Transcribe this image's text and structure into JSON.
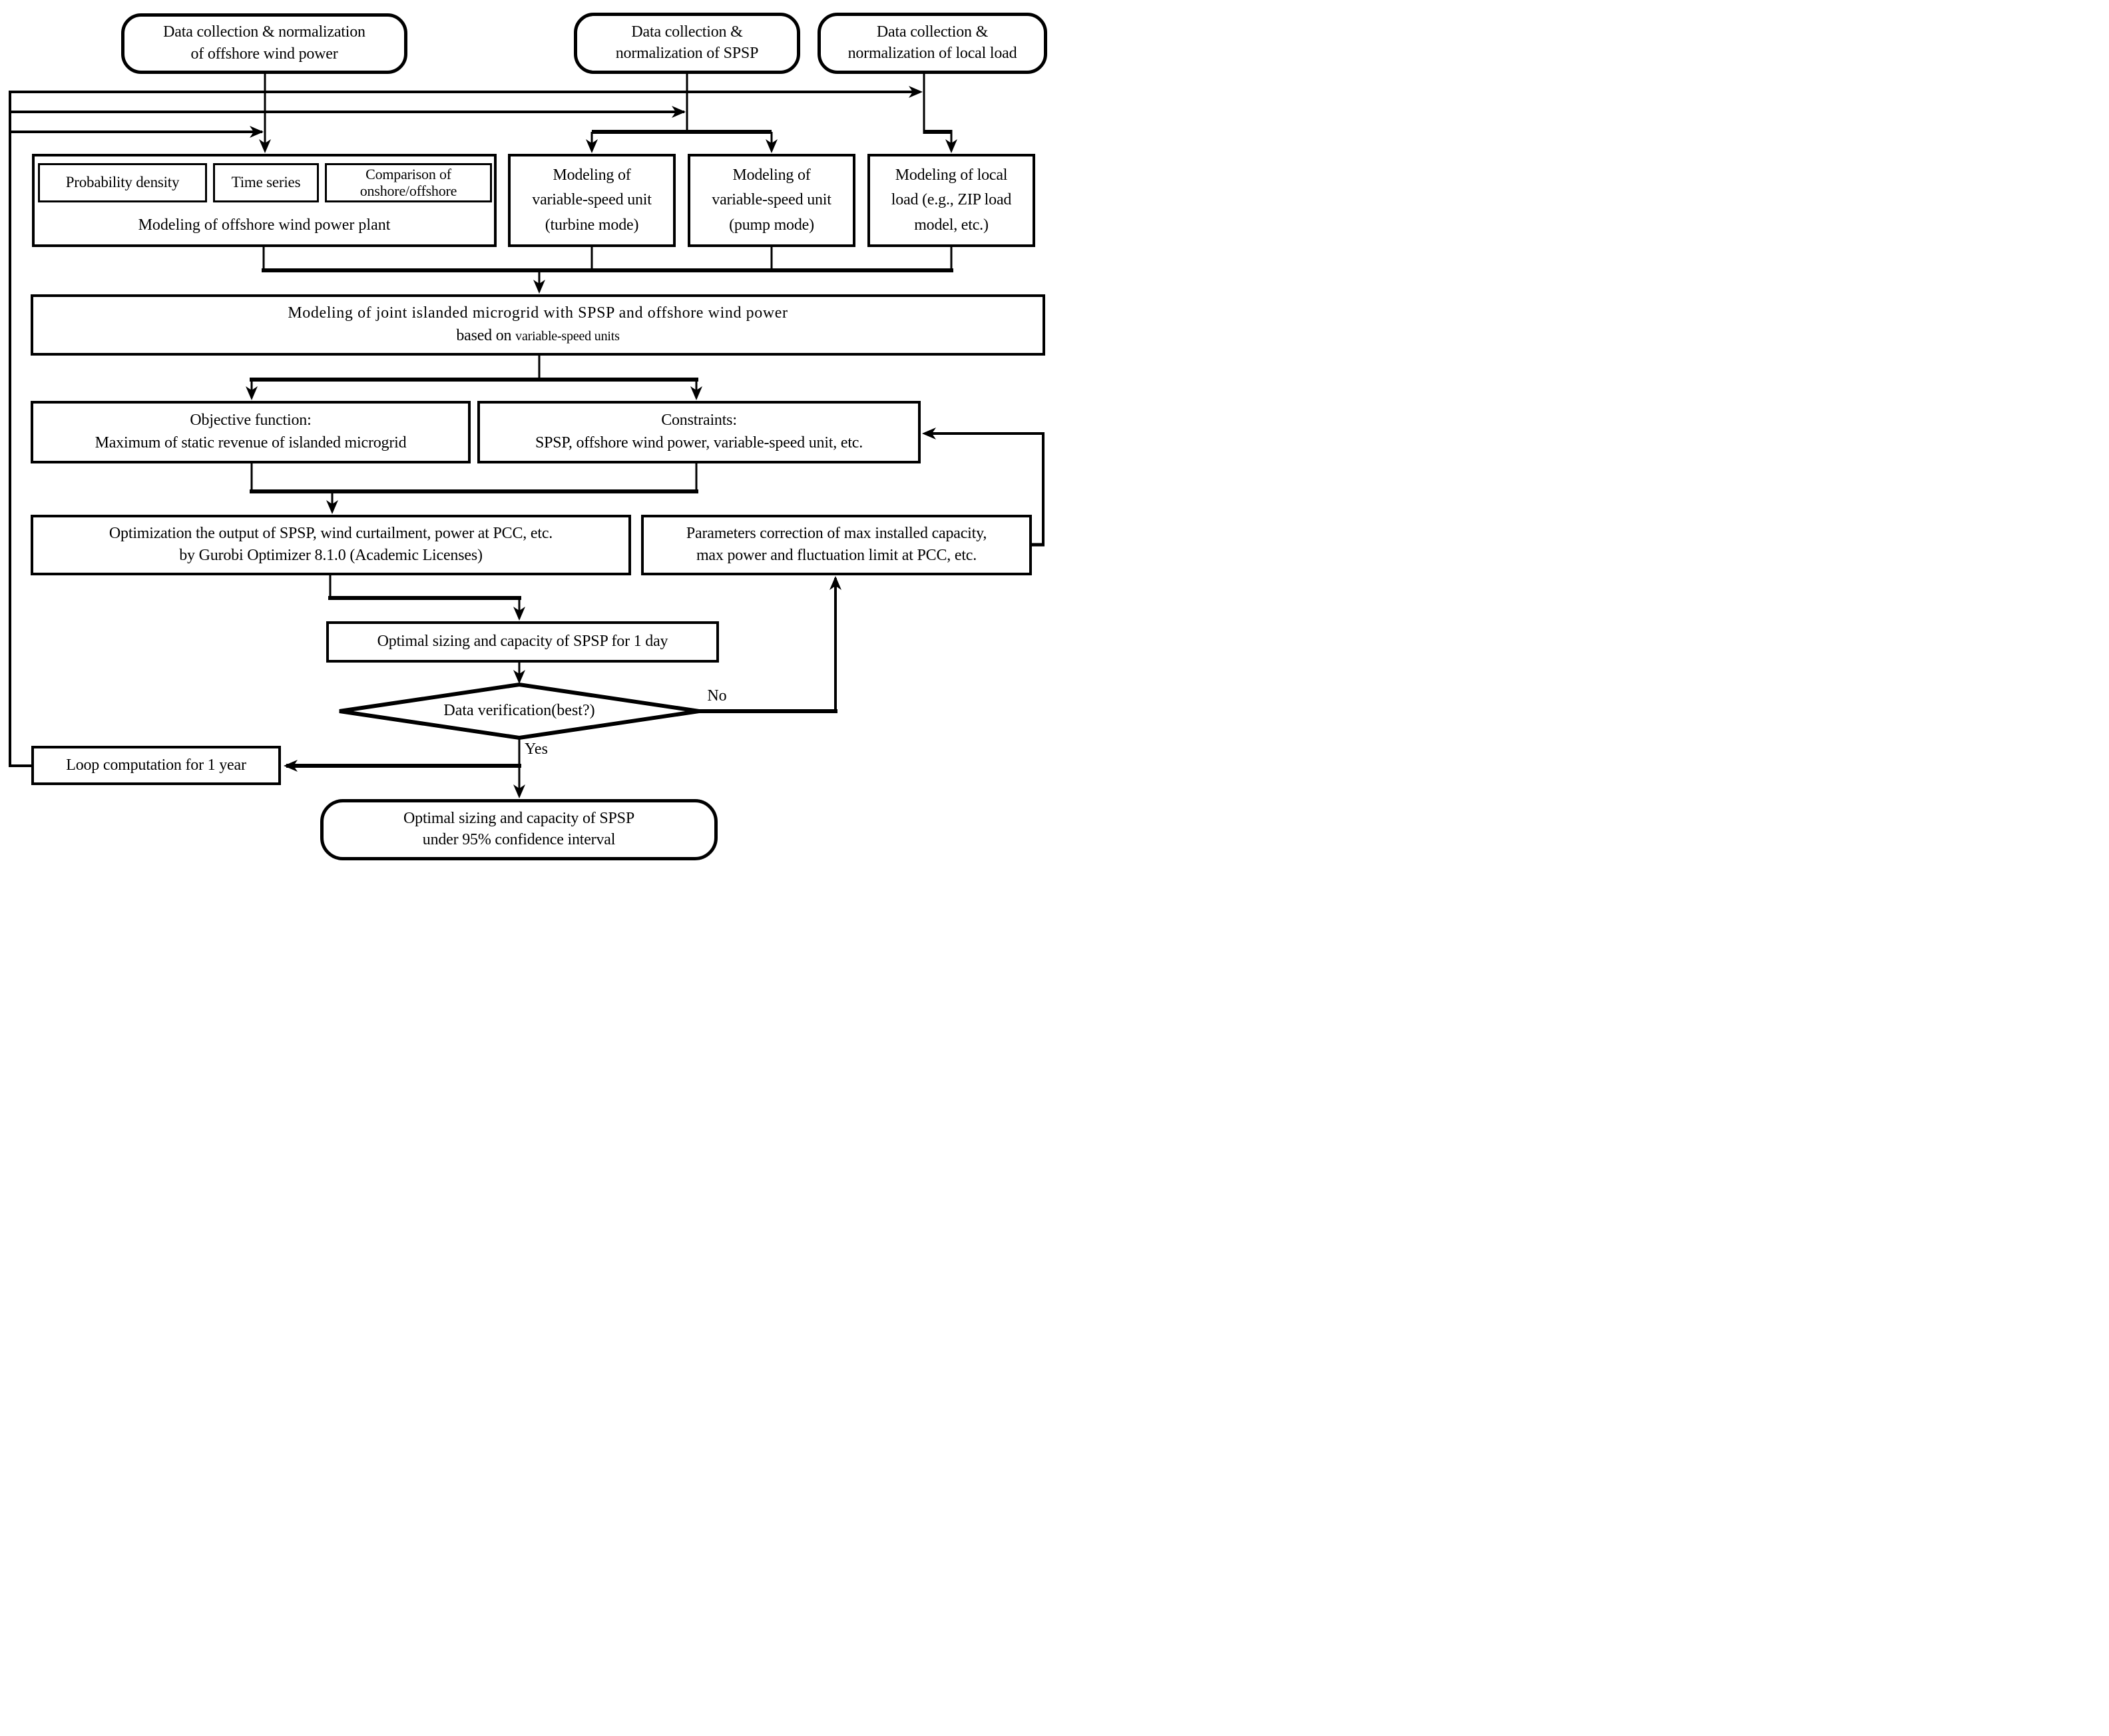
{
  "diagram": {
    "colors": {
      "stroke": "#000000",
      "background": "#ffffff"
    },
    "terminals": {
      "wind": {
        "line1": "Data collection & normalization",
        "line2": "of offshore wind power"
      },
      "spsp": {
        "line1": "Data collection &",
        "line2": "normalization of SPSP"
      },
      "load": {
        "line1": "Data collection &",
        "line2": "normalization of local load"
      }
    },
    "modeling": {
      "wind_plant": {
        "sub1": "Probability density",
        "sub2": "Time series",
        "sub3": "Comparison of\nonshore/offshore",
        "label": "Modeling of offshore wind power plant"
      },
      "turbine": "Modeling of\nvariable-speed unit\n(turbine mode)",
      "pump": "Modeling of\nvariable-speed unit\n(pump mode)",
      "local_load": "Modeling of local\nload (e.g., ZIP load\nmodel, etc.)"
    },
    "joint": {
      "line1": "Modeling of joint islanded microgrid with SPSP and offshore wind power",
      "line2_a": "based on ",
      "line2_b": "variable-speed units"
    },
    "objective": {
      "line1": "Objective function:",
      "line2": "Maximum of static revenue of islanded microgrid"
    },
    "constraints": {
      "line1": "Constraints:",
      "line2": "SPSP, offshore wind power, variable-speed unit, etc."
    },
    "optimization": {
      "line1": "Optimization the output of SPSP, wind curtailment, power at PCC, etc.",
      "line2": "by Gurobi Optimizer 8.1.0 (Academic Licenses)"
    },
    "parameters": {
      "line1": "Parameters correction of max installed capacity,",
      "line2": "max power and fluctuation limit at PCC, etc."
    },
    "sizing_day": {
      "label": "Optimal sizing and capacity of SPSP for 1 day"
    },
    "decision": {
      "label": "Data verification(best?)",
      "no_label": "No",
      "yes_label": "Yes"
    },
    "loop": {
      "label": "Loop computation for 1 year"
    },
    "final": {
      "line1": "Optimal sizing and capacity of SPSP",
      "line2": "under 95% confidence interval"
    }
  }
}
